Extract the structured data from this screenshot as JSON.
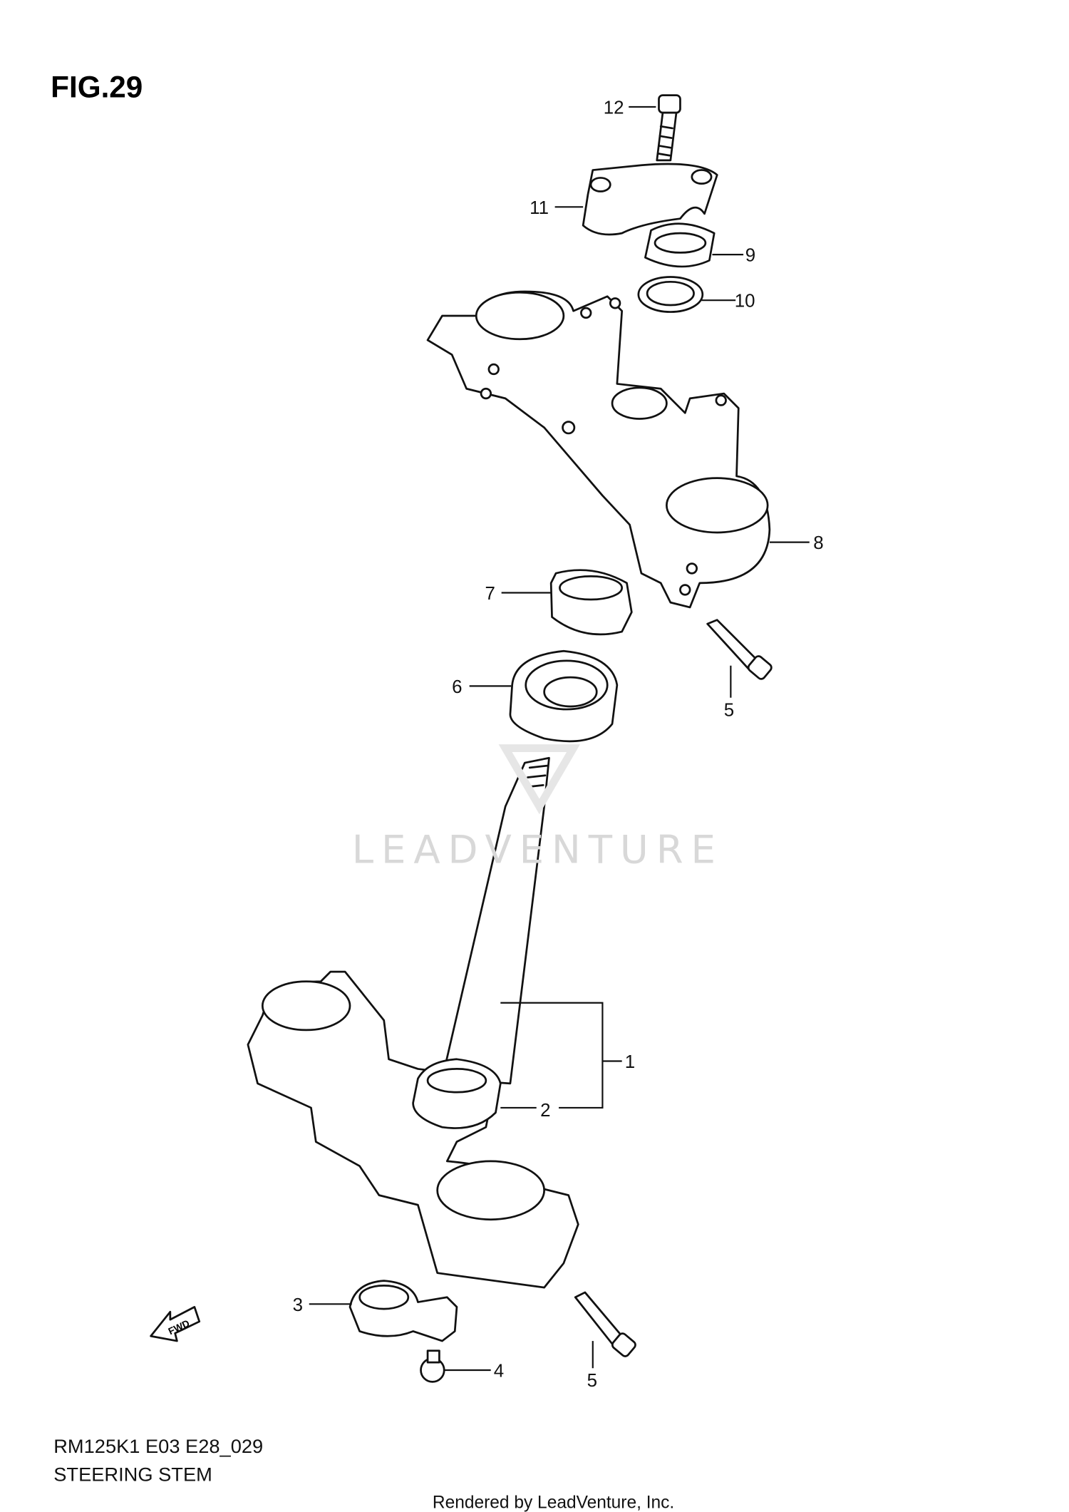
{
  "figure": {
    "title": "FIG.29"
  },
  "callouts": [
    "1",
    "2",
    "3",
    "4",
    "5",
    "5",
    "6",
    "7",
    "8",
    "9",
    "10",
    "11",
    "12"
  ],
  "watermark": "LEADVENTURE",
  "caption": {
    "model_code": "RM125K1 E03 E28_029",
    "name": "STEERING STEM"
  },
  "footer": "Rendered by LeadVenture, Inc.",
  "colors": {
    "line": "#111111",
    "watermark": "#e4e4e4",
    "background": "#ffffff"
  }
}
